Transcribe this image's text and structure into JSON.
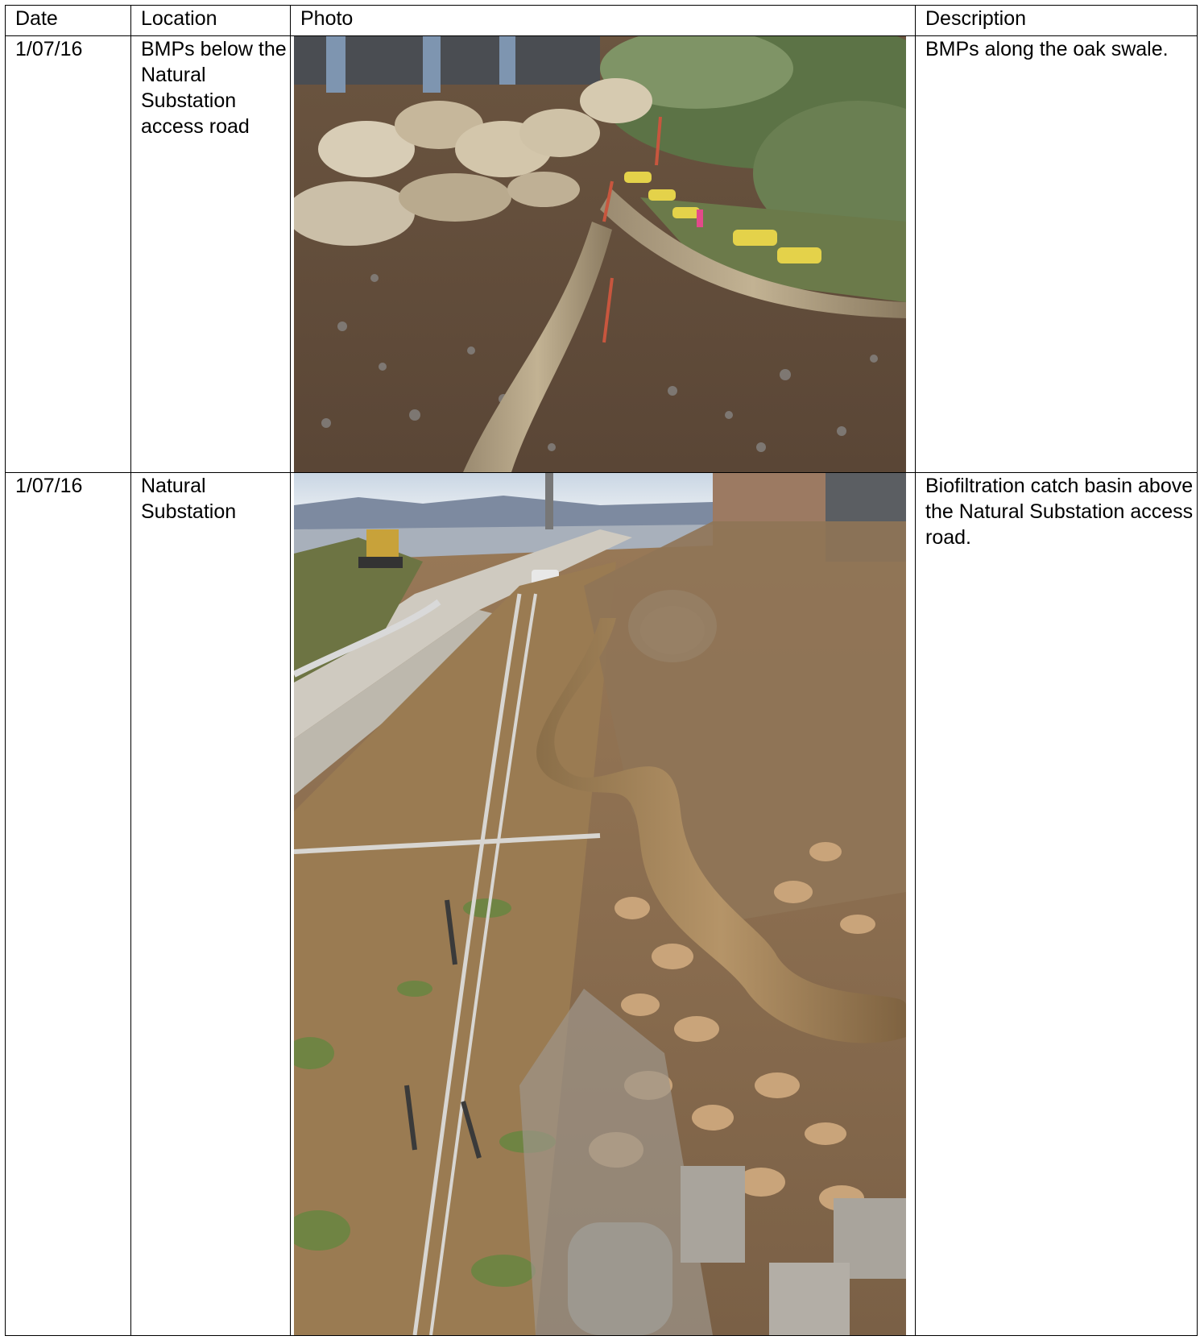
{
  "table": {
    "headers": {
      "date": "Date",
      "location": "Location",
      "photo": "Photo",
      "description": "Description"
    },
    "rows": [
      {
        "date": "1/07/16",
        "location": "BMPs below the Natural Substation access road",
        "description": "BMPs along the oak swale."
      },
      {
        "date": "1/07/16",
        "location": "Natural Substation",
        "description": "Biofiltration catch basin above the Natural Substation access road."
      }
    ]
  }
}
